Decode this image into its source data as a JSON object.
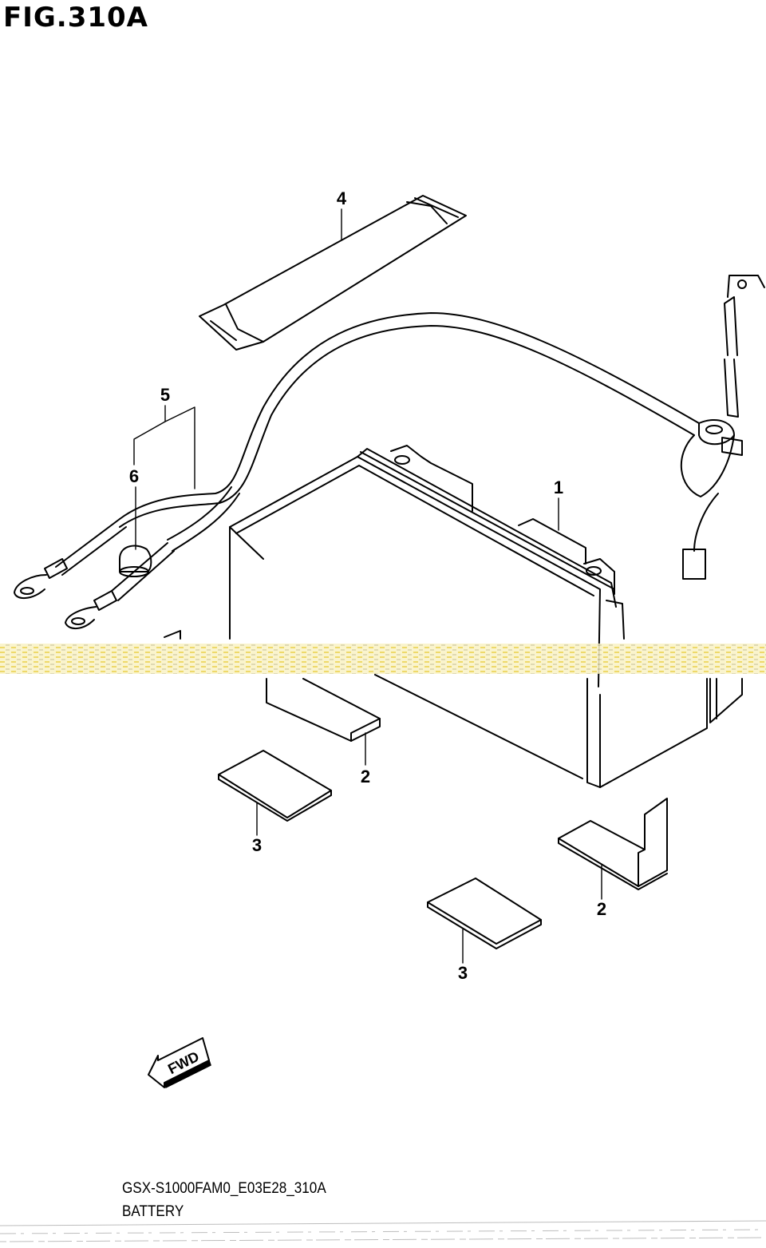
{
  "figure": {
    "title": "FIG.310A",
    "model_code": "GSX-S1000FAM0_E03E28_310A",
    "caption": "BATTERY"
  },
  "callouts": [
    {
      "id": "1",
      "label": "1"
    },
    {
      "id": "2a",
      "label": "2"
    },
    {
      "id": "2b",
      "label": "2"
    },
    {
      "id": "3a",
      "label": "3"
    },
    {
      "id": "3b",
      "label": "3"
    },
    {
      "id": "4",
      "label": "4"
    },
    {
      "id": "5",
      "label": "5"
    },
    {
      "id": "6",
      "label": "6"
    }
  ],
  "fwd_arrow": {
    "label": "FWD"
  },
  "colors": {
    "ink": "#000000",
    "paper": "#ffffff",
    "scan_band": "#f2e27a"
  }
}
